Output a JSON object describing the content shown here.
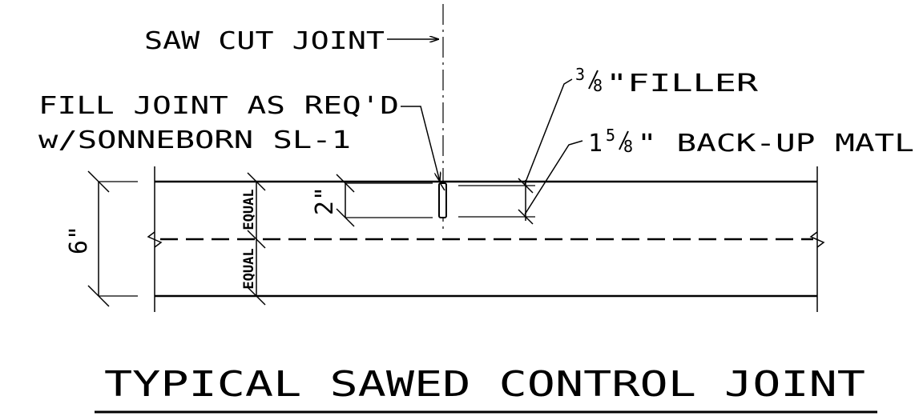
{
  "title": "TYPICAL SAWED CONTROL JOINT",
  "callouts": {
    "saw_cut": "SAW CUT JOINT",
    "fill_line1": "FILL JOINT AS REQ'D",
    "fill_line2": "w/SONNEBORN SL-1",
    "filler_frac_num": "3",
    "filler_frac_den": "8",
    "filler_text": "\"FILLER",
    "backup_whole": "1",
    "backup_frac_num": "5",
    "backup_frac_den": "8",
    "backup_text": "\" BACK-UP MATL"
  },
  "dimensions": {
    "slab_thickness": "6\"",
    "cut_depth": "2\"",
    "equal_upper": "EQUAL",
    "equal_lower": "EQUAL"
  },
  "colors": {
    "line": "#000000",
    "background": "#ffffff"
  }
}
